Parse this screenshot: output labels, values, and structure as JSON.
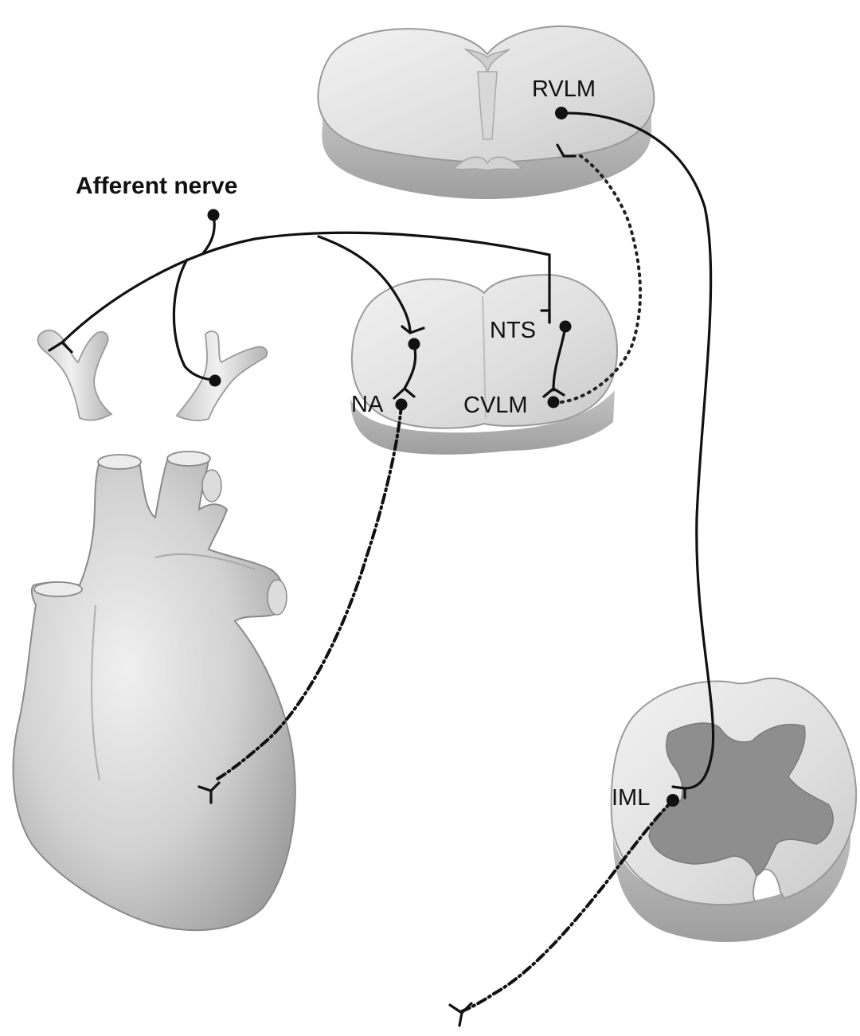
{
  "labels": {
    "afferent_nerve": "Afferent nerve",
    "rvlm": "RVLM",
    "nts": "NTS",
    "na": "NA",
    "cvlm": "CVLM",
    "iml": "IML"
  },
  "colors": {
    "tissue_light": "#e4e4e4",
    "tissue_mid": "#c8c8c8",
    "tissue_shadow": "#a9a9a9",
    "grey_matter": "#8e8e8e",
    "nerve": "#111111",
    "background": "#ffffff"
  },
  "line_styles": {
    "afferent": "solid",
    "rvlm_to_iml": "solid",
    "cvlm_to_rvlm": "dotted",
    "na_to_heart": "dash-dot",
    "iml_outflow": "dash-dot"
  }
}
